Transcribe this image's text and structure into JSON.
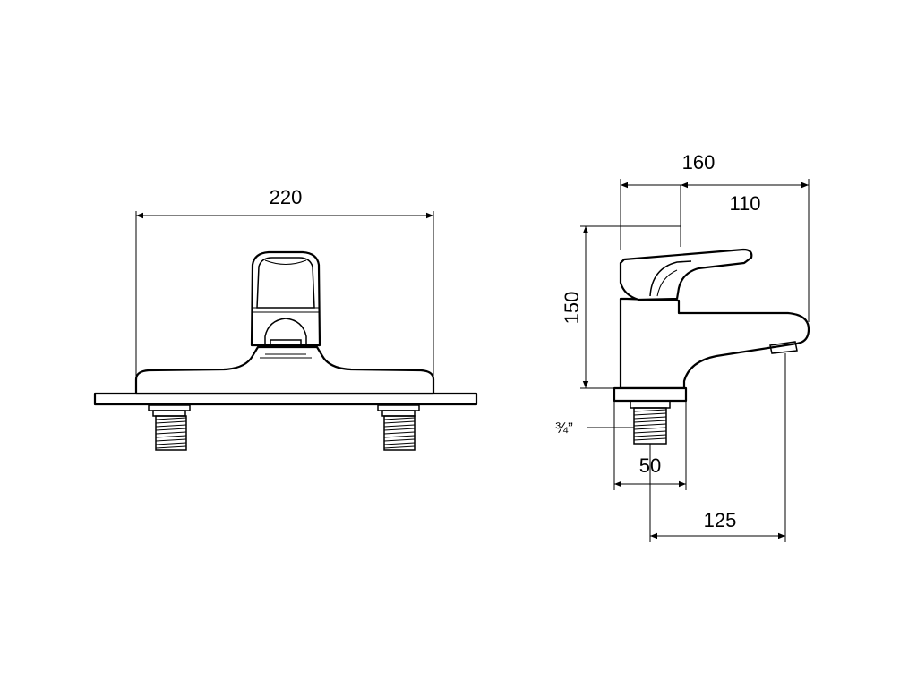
{
  "front_view": {
    "width_label": "220"
  },
  "side_view": {
    "overall_depth_label": "160",
    "handle_depth_label": "110",
    "height_label": "150",
    "thread_label": "¾”",
    "base_width_label": "50",
    "spout_reach_label": "125"
  }
}
